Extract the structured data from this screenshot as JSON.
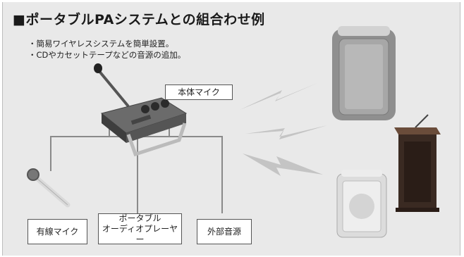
{
  "title": "■ポータブルPAシステムとの組合わせ例",
  "bullets": [
    "・簡易ワイヤレスシステムを簡単設置。",
    "・CDやカセットテープなどの音源の追加。"
  ],
  "labels": {
    "main_mic": "本体マイク",
    "wired_mic": "有線マイク",
    "portable_player_line1": "ポータブル",
    "portable_player_line2": "オーディオプレーヤー",
    "external_source": "外部音源"
  },
  "colors": {
    "background": "#e9e9e9",
    "line": "#8a8a8a",
    "speaker_grey": "#9c9c9c",
    "podium": "#3a2a22"
  },
  "icons": [
    "wireless-mixer-icon",
    "handheld-microphone-icon",
    "speaker-icon",
    "podium-icon",
    "wireless-signal-icon"
  ]
}
